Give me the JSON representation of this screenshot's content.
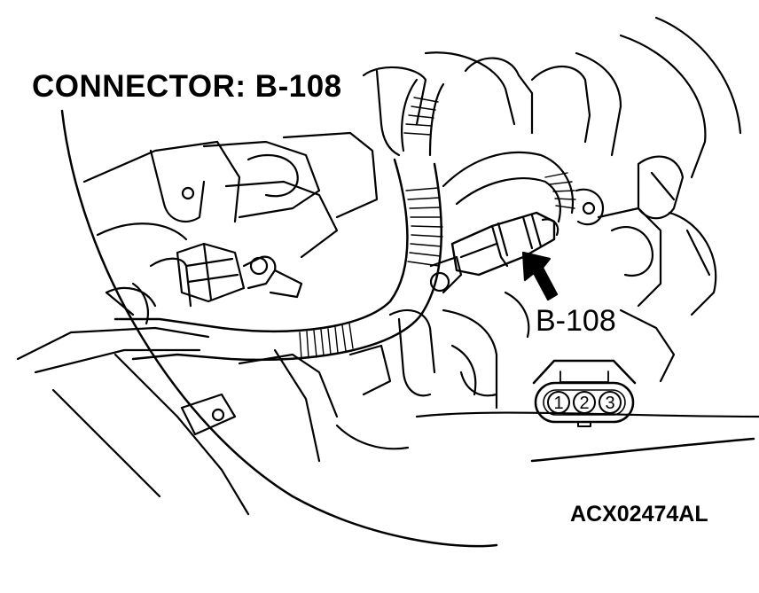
{
  "figure": {
    "title": "CONNECTOR: B-108",
    "callout_label": "B-108",
    "figure_code": "ACX02474AL"
  },
  "connector_face": {
    "pins": [
      "1",
      "2",
      "3"
    ]
  },
  "colors": {
    "ink": "#000000",
    "paper": "#ffffff"
  }
}
